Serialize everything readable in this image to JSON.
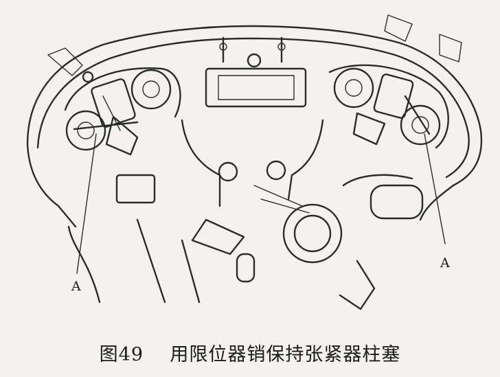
{
  "figure": {
    "number": "图49",
    "title": "用限位器销保持张紧器柱塞"
  },
  "callouts": [
    {
      "label": "A"
    },
    {
      "label": "A"
    }
  ]
}
